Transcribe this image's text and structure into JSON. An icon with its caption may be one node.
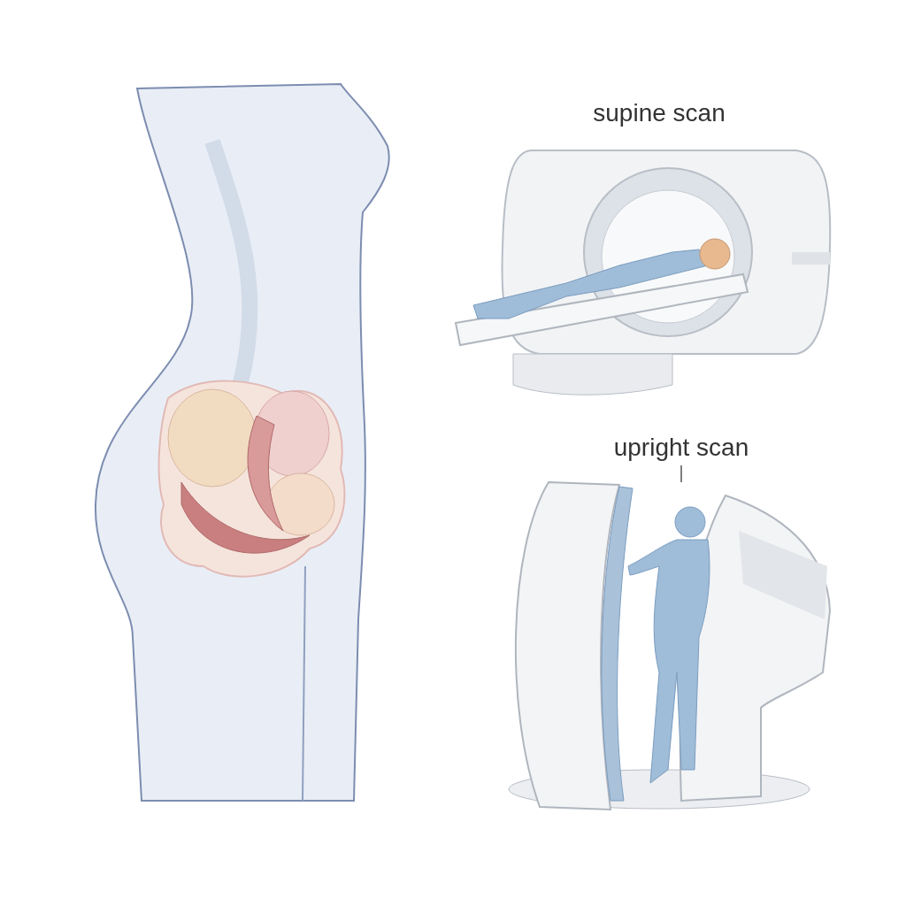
{
  "diagram": {
    "nodes": [
      {
        "text": [
          "upright scan"
        ]
      },
      {
        "text": [],
        "shape": "picture"
      }
    ],
    "edges": [
      {
        "from": 0,
        "to": 1,
        "arrow": "none"
      }
    ],
    "labels": [
      "supine scan"
    ]
  }
}
